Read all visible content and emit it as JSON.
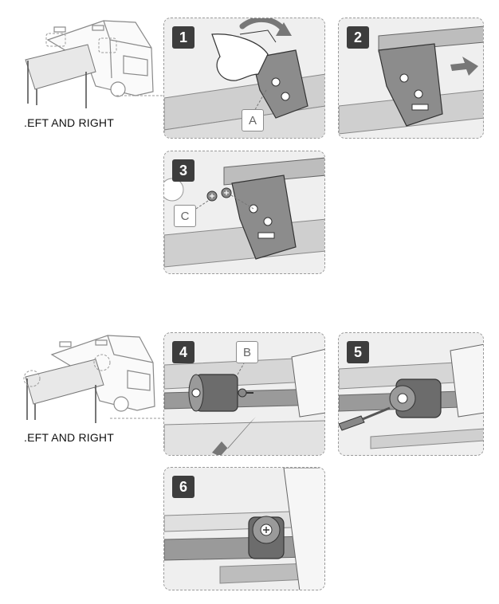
{
  "overview_top": {
    "caption": ".EFT AND RIGHT"
  },
  "overview_bottom": {
    "caption": ".EFT AND RIGHT"
  },
  "steps": [
    {
      "number": "1",
      "part_label": "A"
    },
    {
      "number": "2"
    },
    {
      "number": "3",
      "part_label": "C"
    },
    {
      "number": "4",
      "part_label": "B"
    },
    {
      "number": "5"
    },
    {
      "number": "6"
    }
  ]
}
